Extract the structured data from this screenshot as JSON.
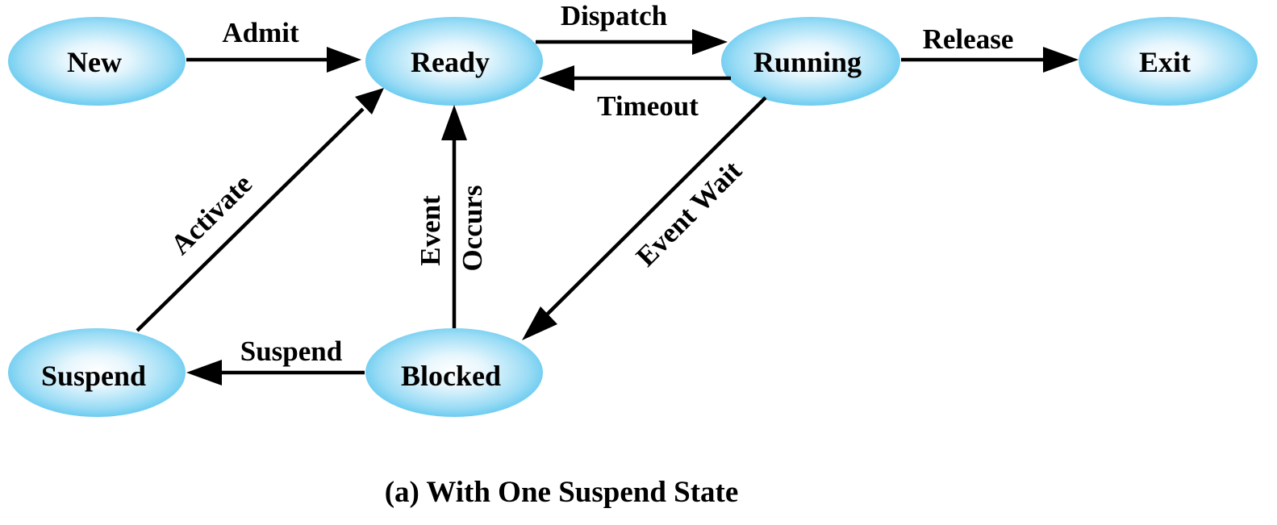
{
  "colors": {
    "node_fill_center": "#e6f6fd",
    "node_fill_edge": "#49bfec",
    "line": "#000000",
    "text": "#000000"
  },
  "nodes": {
    "new": "New",
    "ready": "Ready",
    "running": "Running",
    "exit": "Exit",
    "suspend": "Suspend",
    "blocked": "Blocked"
  },
  "edges": {
    "admit": "Admit",
    "dispatch": "Dispatch",
    "timeout": "Timeout",
    "release": "Release",
    "activate": "Activate",
    "event_occurs_line1": "Event",
    "event_occurs_line2": "Occurs",
    "event_wait": "Event Wait",
    "suspend": "Suspend"
  },
  "caption": "(a) With One Suspend State"
}
